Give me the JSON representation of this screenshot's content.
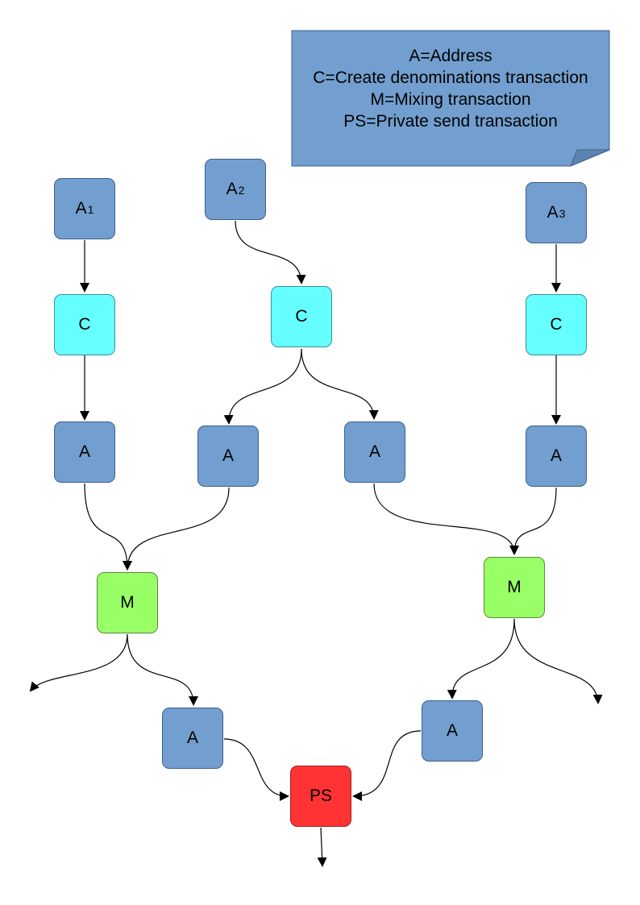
{
  "legend": {
    "lines": [
      "A=Address",
      "C=Create denominations transaction",
      "M=Mixing transaction",
      "PS=Private send transaction"
    ]
  },
  "nodes": {
    "a1": {
      "label": "A",
      "sub": "1"
    },
    "a2": {
      "label": "A",
      "sub": "2"
    },
    "a3": {
      "label": "A",
      "sub": "3"
    },
    "c1": {
      "label": "C"
    },
    "c2": {
      "label": "C"
    },
    "c3": {
      "label": "C"
    },
    "a_left": {
      "label": "A"
    },
    "a_midleft": {
      "label": "A"
    },
    "a_midright": {
      "label": "A"
    },
    "a_right": {
      "label": "A"
    },
    "m_left": {
      "label": "M"
    },
    "m_right": {
      "label": "M"
    },
    "a_out_left": {
      "label": "A"
    },
    "a_out_right": {
      "label": "A"
    },
    "ps": {
      "label": "PS"
    }
  },
  "colors": {
    "address": "#729fcf",
    "create": "#66ffff",
    "mixing": "#99ff66",
    "private_send": "#ff3333",
    "legend_box": "#729fcf"
  }
}
